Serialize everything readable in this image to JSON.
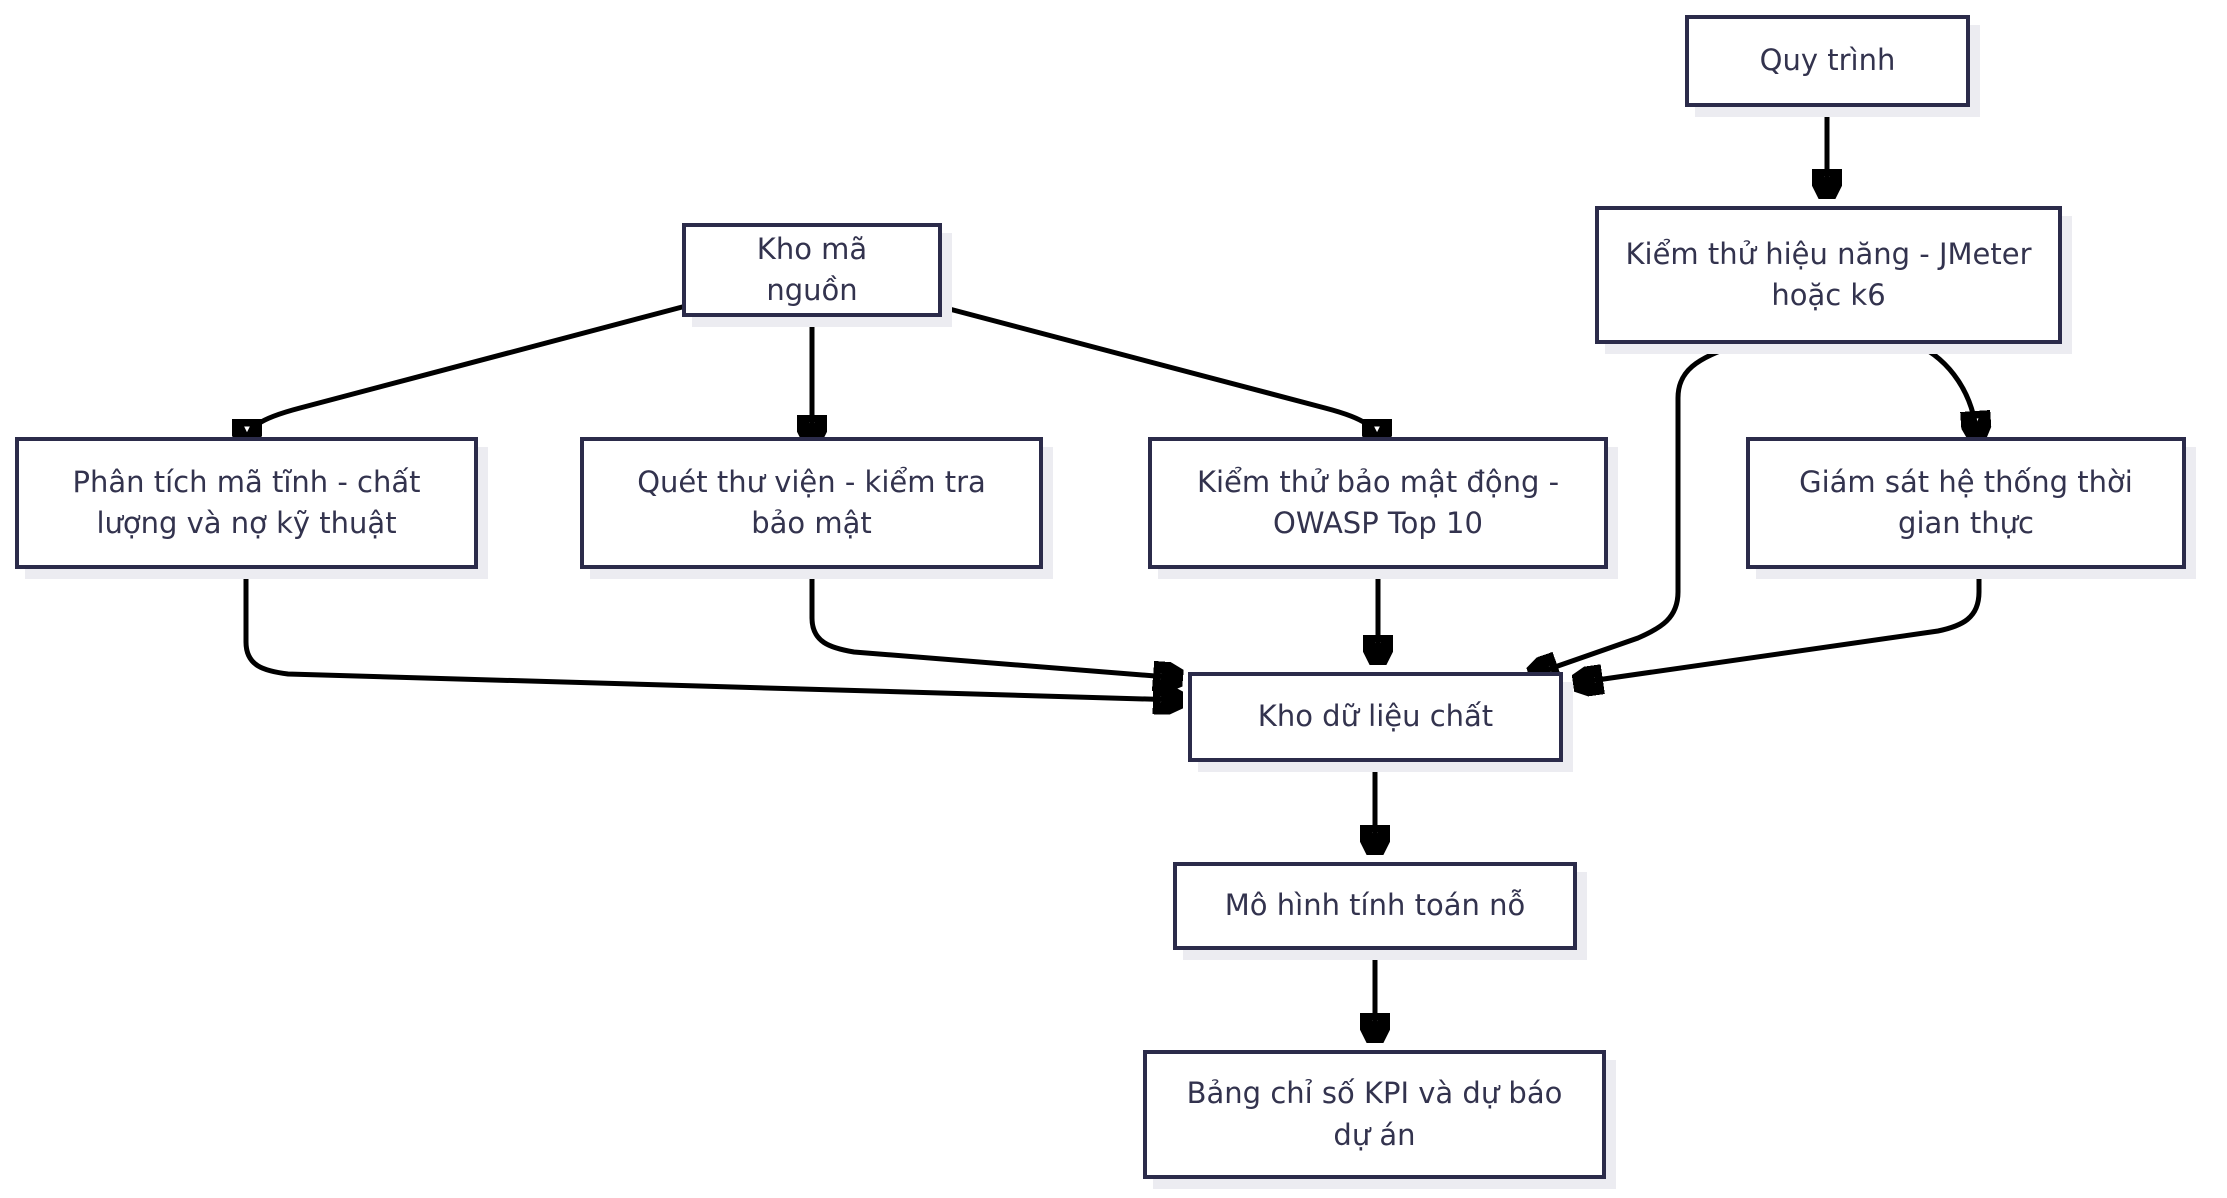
{
  "diagram": {
    "nodes": {
      "quy_trinh": {
        "label": "Quy trình"
      },
      "jmeter": {
        "label": "Kiểm thử hiệu năng - JMeter hoặc k6"
      },
      "kho_ma_nguon": {
        "label": "Kho mã nguồn"
      },
      "phan_tich": {
        "label": "Phân tích mã tĩnh - chất lượng và nợ kỹ thuật"
      },
      "quet_thu_vien": {
        "label": "Quét thư viện - kiểm tra bảo mật"
      },
      "bao_mat_dong": {
        "label": "Kiểm thử bảo mật động - OWASP Top 10"
      },
      "giam_sat": {
        "label": "Giám sát hệ thống thời gian thực"
      },
      "kho_du_lieu": {
        "label": "Kho dữ liệu chất"
      },
      "mo_hinh": {
        "label": "Mô hình tính toán nỗ"
      },
      "bang_kpi": {
        "label": "Bảng chỉ số KPI và dự báo dự án"
      }
    },
    "edges": [
      {
        "from": "quy_trinh",
        "to": "jmeter"
      },
      {
        "from": "kho_ma_nguon",
        "to": "phan_tich"
      },
      {
        "from": "kho_ma_nguon",
        "to": "quet_thu_vien"
      },
      {
        "from": "kho_ma_nguon",
        "to": "bao_mat_dong"
      },
      {
        "from": "jmeter",
        "to": "giam_sat"
      },
      {
        "from": "jmeter",
        "to": "kho_du_lieu"
      },
      {
        "from": "giam_sat",
        "to": "kho_du_lieu"
      },
      {
        "from": "quet_thu_vien",
        "to": "kho_du_lieu"
      },
      {
        "from": "phan_tich",
        "to": "kho_du_lieu"
      },
      {
        "from": "bao_mat_dong",
        "to": "kho_du_lieu"
      },
      {
        "from": "kho_du_lieu",
        "to": "mo_hinh"
      },
      {
        "from": "mo_hinh",
        "to": "bang_kpi"
      }
    ],
    "colors": {
      "background": "#ffffff",
      "node_fill": "#ffffff",
      "node_border": "#2b2b4a",
      "node_text": "#33334e",
      "edge": "#000000",
      "shadow": "#ececf1"
    }
  }
}
